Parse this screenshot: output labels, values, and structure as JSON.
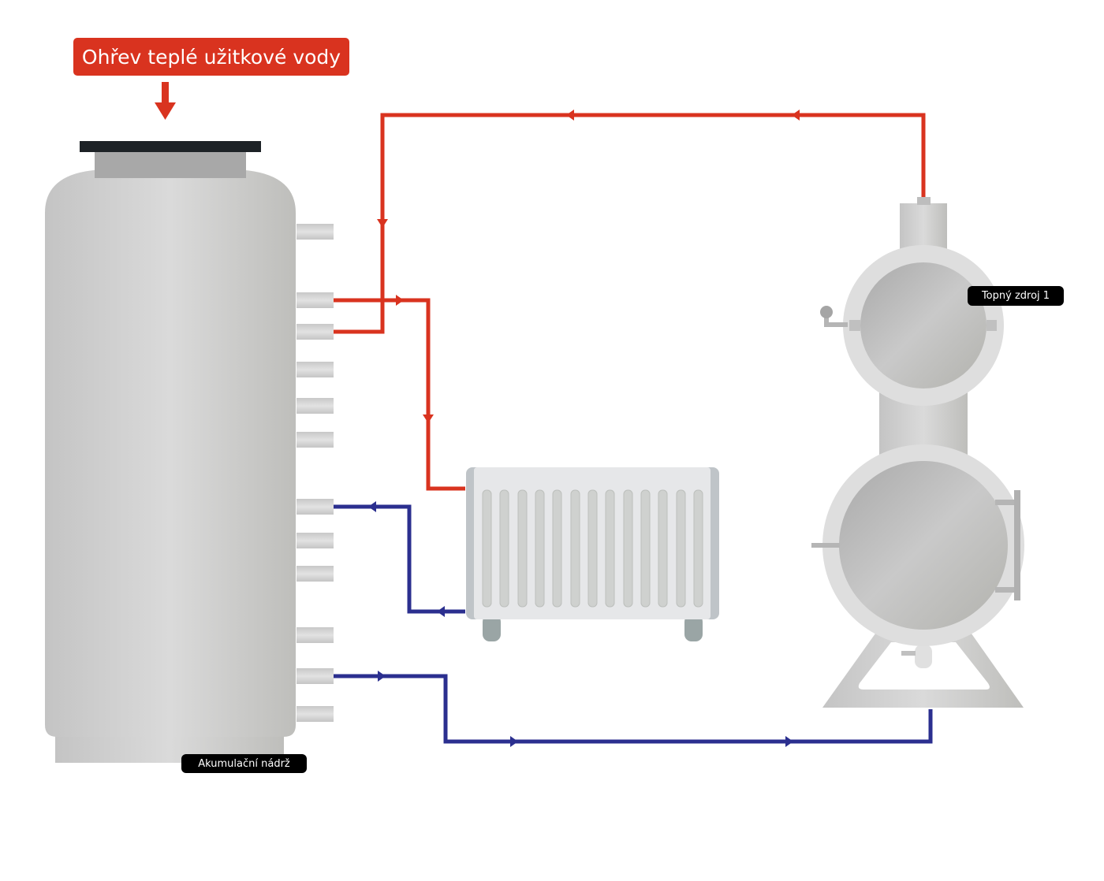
{
  "title": "Ohřev teplé užitkové vody",
  "labels": {
    "heat_source": "Topný zdroj 1",
    "storage_tank": "Akumulační nádrž"
  },
  "colors": {
    "hot_pipe": "#d9331f",
    "cold_pipe": "#2b2f8f",
    "title_bg": "#d9331f",
    "label_bg": "#000000"
  }
}
